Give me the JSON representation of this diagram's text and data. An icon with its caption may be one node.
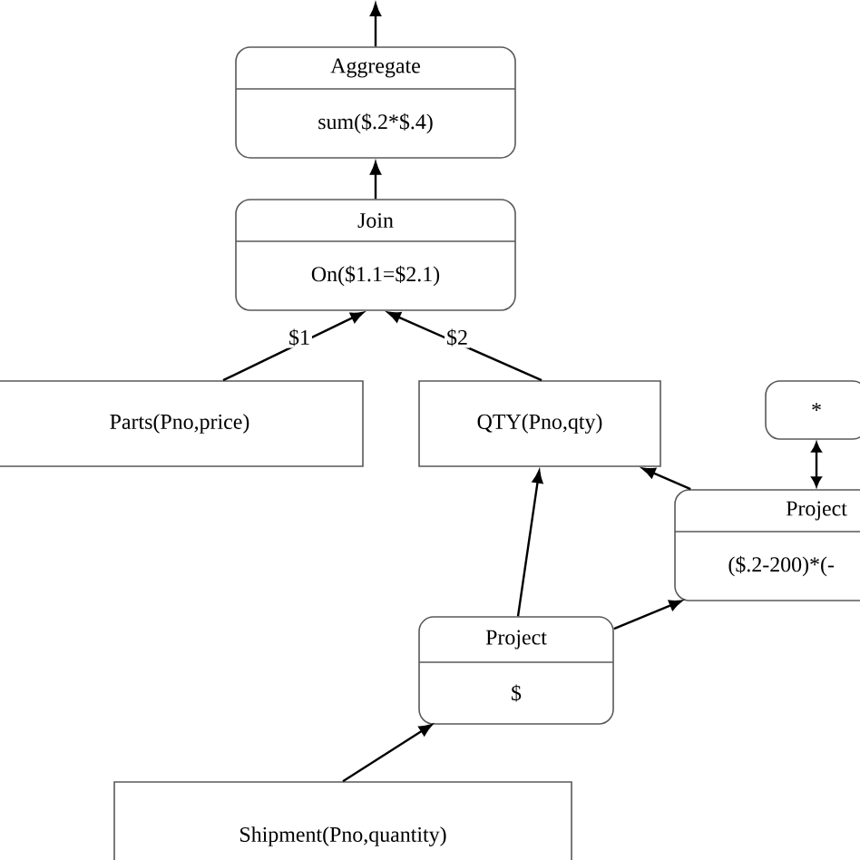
{
  "diagram": {
    "nodes": [
      {
        "text": [
          "Aggregate",
          "sum($.2*$.4)"
        ]
      },
      {
        "text": [
          "Join",
          "On($1.1=$2.1)"
        ]
      },
      {
        "text": [
          "Parts(Pno,price)"
        ]
      },
      {
        "text": [
          "QTY(Pno,qty)"
        ]
      },
      {
        "text": [
          "*"
        ]
      },
      {
        "text": [
          "Project",
          "($.2-200)*(-"
        ]
      },
      {
        "text": [
          "Project",
          "$"
        ]
      },
      {
        "text": [
          "Shipment(Pno,quantity)"
        ]
      }
    ],
    "edges": [
      {
        "from": 0,
        "to": null,
        "arrow": "to"
      },
      {
        "from": 1,
        "to": 0,
        "arrow": "to"
      },
      {
        "from": 2,
        "to": 1,
        "arrow": "to",
        "label": "$1"
      },
      {
        "from": 3,
        "to": 1,
        "arrow": "to",
        "label": "$2"
      },
      {
        "from": 4,
        "to": 5,
        "arrow": "both"
      },
      {
        "from": 5,
        "to": 3,
        "arrow": "to"
      },
      {
        "from": 6,
        "to": 3,
        "arrow": "to"
      },
      {
        "from": 6,
        "to": 5,
        "arrow": "to"
      },
      {
        "from": 7,
        "to": 6,
        "arrow": "to"
      }
    ]
  }
}
